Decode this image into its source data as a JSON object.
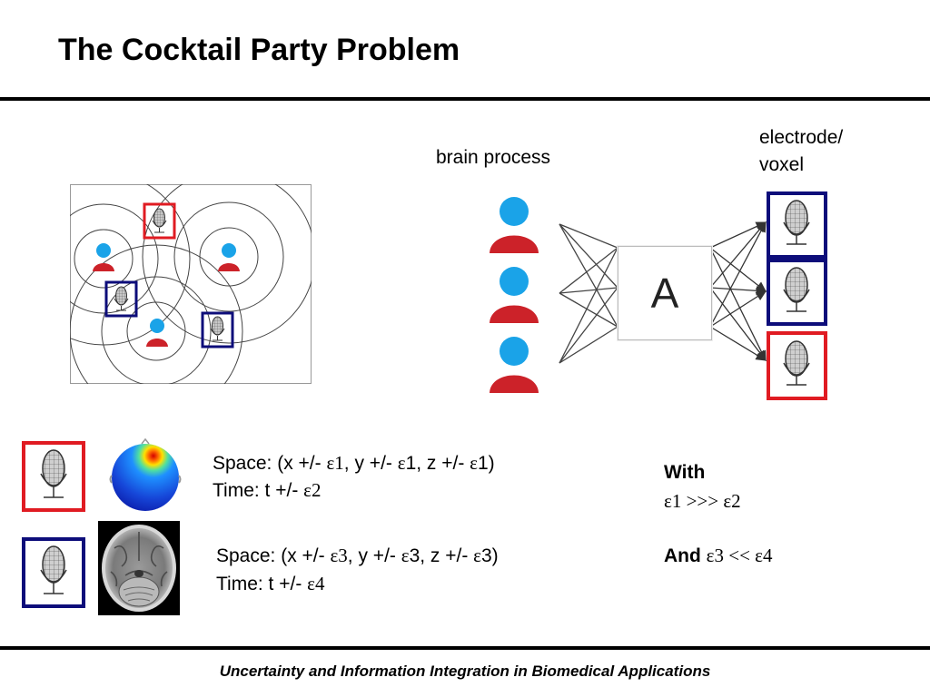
{
  "slide": {
    "title": "The Cocktail Party Problem",
    "footer": "Uncertainty and Information Integration in Biomedical Applications"
  },
  "diagram": {
    "brain_process_label": "brain process",
    "electrode_label_line1": "electrode/",
    "electrode_label_line2": "voxel",
    "mixing_matrix_label": "A"
  },
  "eeg_row": {
    "space_prefix": "Space: (x +/- ",
    "space_eps_x": "ε1",
    "space_mid_y": ", y +/- ",
    "space_eps_y": "ε",
    "space_y_num": "1, z +/- ",
    "space_eps_z": "ε",
    "space_end": "1)",
    "time_prefix": "Time: t +/- ",
    "time_eps": "ε2"
  },
  "mri_row": {
    "space_prefix": "Space: (x +/- ",
    "space_eps_x": "ε3",
    "space_mid_y": ", y +/- ",
    "space_eps_y": "ε",
    "space_y_num": "3, z +/- ",
    "space_eps_z": "ε",
    "space_end": "3)",
    "time_prefix": "Time: t +/- ",
    "time_eps": "ε4"
  },
  "conditions": {
    "with_label": "With",
    "with_expr": "ε1 >>> ε2",
    "and_label": "And ",
    "and_expr": "ε3 << ε4"
  },
  "colors": {
    "head": "#1aa3e8",
    "body": "#cc2229",
    "red_frame": "#e01b22",
    "blue_frame": "#0d0d7a"
  }
}
